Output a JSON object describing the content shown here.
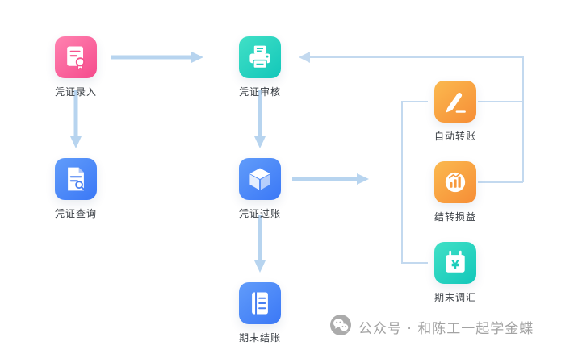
{
  "page": {
    "background": "#ffffff"
  },
  "palette": {
    "pink": "#f5538f",
    "teal": "#1ecdbb",
    "blue": "#477ff2",
    "orange": "#f79a3e",
    "arrow": "#b7d4ef",
    "loop_line": "#c3d9ef",
    "label_text": "#3a3f45",
    "watermark_gray": "#a3a3a3"
  },
  "nodes": [
    {
      "id": "voucher-entry",
      "label": "凭证录入",
      "icon": "voucher-entry-icon",
      "color": "pink"
    },
    {
      "id": "voucher-review",
      "label": "凭证审核",
      "icon": "voucher-review-icon",
      "color": "teal"
    },
    {
      "id": "voucher-query",
      "label": "凭证查询",
      "icon": "voucher-query-icon",
      "color": "blue"
    },
    {
      "id": "voucher-posting",
      "label": "凭证过账",
      "icon": "voucher-posting-icon",
      "color": "blue"
    },
    {
      "id": "auto-transfer",
      "label": "自动转账",
      "icon": "auto-transfer-icon",
      "color": "orange"
    },
    {
      "id": "carryover-profit-loss",
      "label": "结转损益",
      "icon": "profit-loss-icon",
      "color": "orange"
    },
    {
      "id": "exchange-adjustment",
      "label": "期末调汇",
      "icon": "exchange-adjust-icon",
      "color": "teal"
    },
    {
      "id": "period-end-closing",
      "label": "期末结账",
      "icon": "period-close-icon",
      "color": "blue"
    }
  ],
  "edges": [
    {
      "from": "凭证录入",
      "to": "凭证审核"
    },
    {
      "from": "凭证录入",
      "to": "凭证查询"
    },
    {
      "from": "凭证审核",
      "to": "凭证过账"
    },
    {
      "from": "凭证过账",
      "to": "自动转账/结转损益/期末调汇"
    },
    {
      "from": "凭证过账",
      "to": "期末结账"
    },
    {
      "from": "自动转账/结转损益",
      "to": "凭证审核"
    }
  ],
  "watermark": {
    "icon": "wechat-icon",
    "text": "公众号 · 和陈工一起学金蝶"
  }
}
